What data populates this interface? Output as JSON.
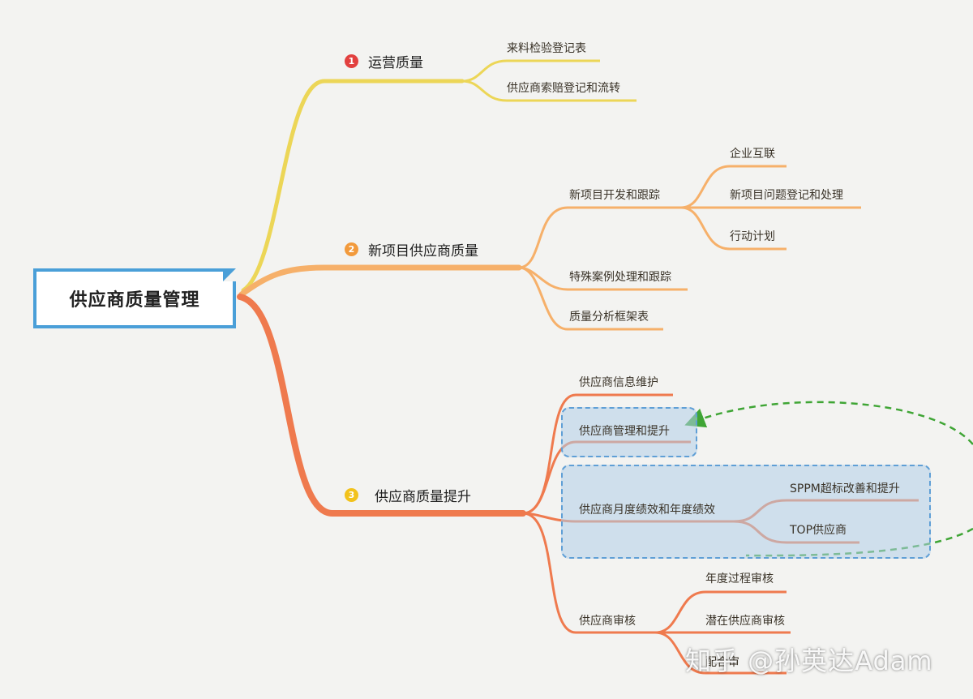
{
  "root": {
    "label": "供应商质量管理"
  },
  "branches": [
    {
      "badge": "1",
      "label": "运营质量",
      "color": "#e8d04a",
      "badge_color": "#e2403f",
      "children": [
        "来料检验登记表",
        "供应商索赔登记和流转"
      ]
    },
    {
      "badge": "2",
      "label": "新项目供应商质量",
      "color": "#f6b06a",
      "badge_color": "#f29a3c",
      "children": [
        {
          "label": "新项目开发和跟踪",
          "children": [
            "企业互联",
            "新项目问题登记和处理",
            "行动计划"
          ]
        },
        {
          "label": "特殊案例处理和跟踪"
        },
        {
          "label": "质量分析框架表"
        }
      ]
    },
    {
      "badge": "3",
      "label": "供应商质量提升",
      "color": "#ef7a4e",
      "badge_color": "#f2c21b",
      "children": [
        {
          "label": "供应商信息维护"
        },
        {
          "label": "供应商管理和提升"
        },
        {
          "label": "供应商月度绩效和年度绩效",
          "children": [
            "SPPM超标改善和提升",
            "TOP供应商"
          ]
        },
        {
          "label": "供应商审核",
          "children": [
            "年度过程审核",
            "潜在供应商审核",
            "配合审"
          ]
        }
      ]
    }
  ],
  "colors": {
    "root_border": "#4a9fd8",
    "highlight_border": "#5f9fd6",
    "arrow": "#3fa535"
  },
  "watermark": "知乎 @孙英达Adam"
}
